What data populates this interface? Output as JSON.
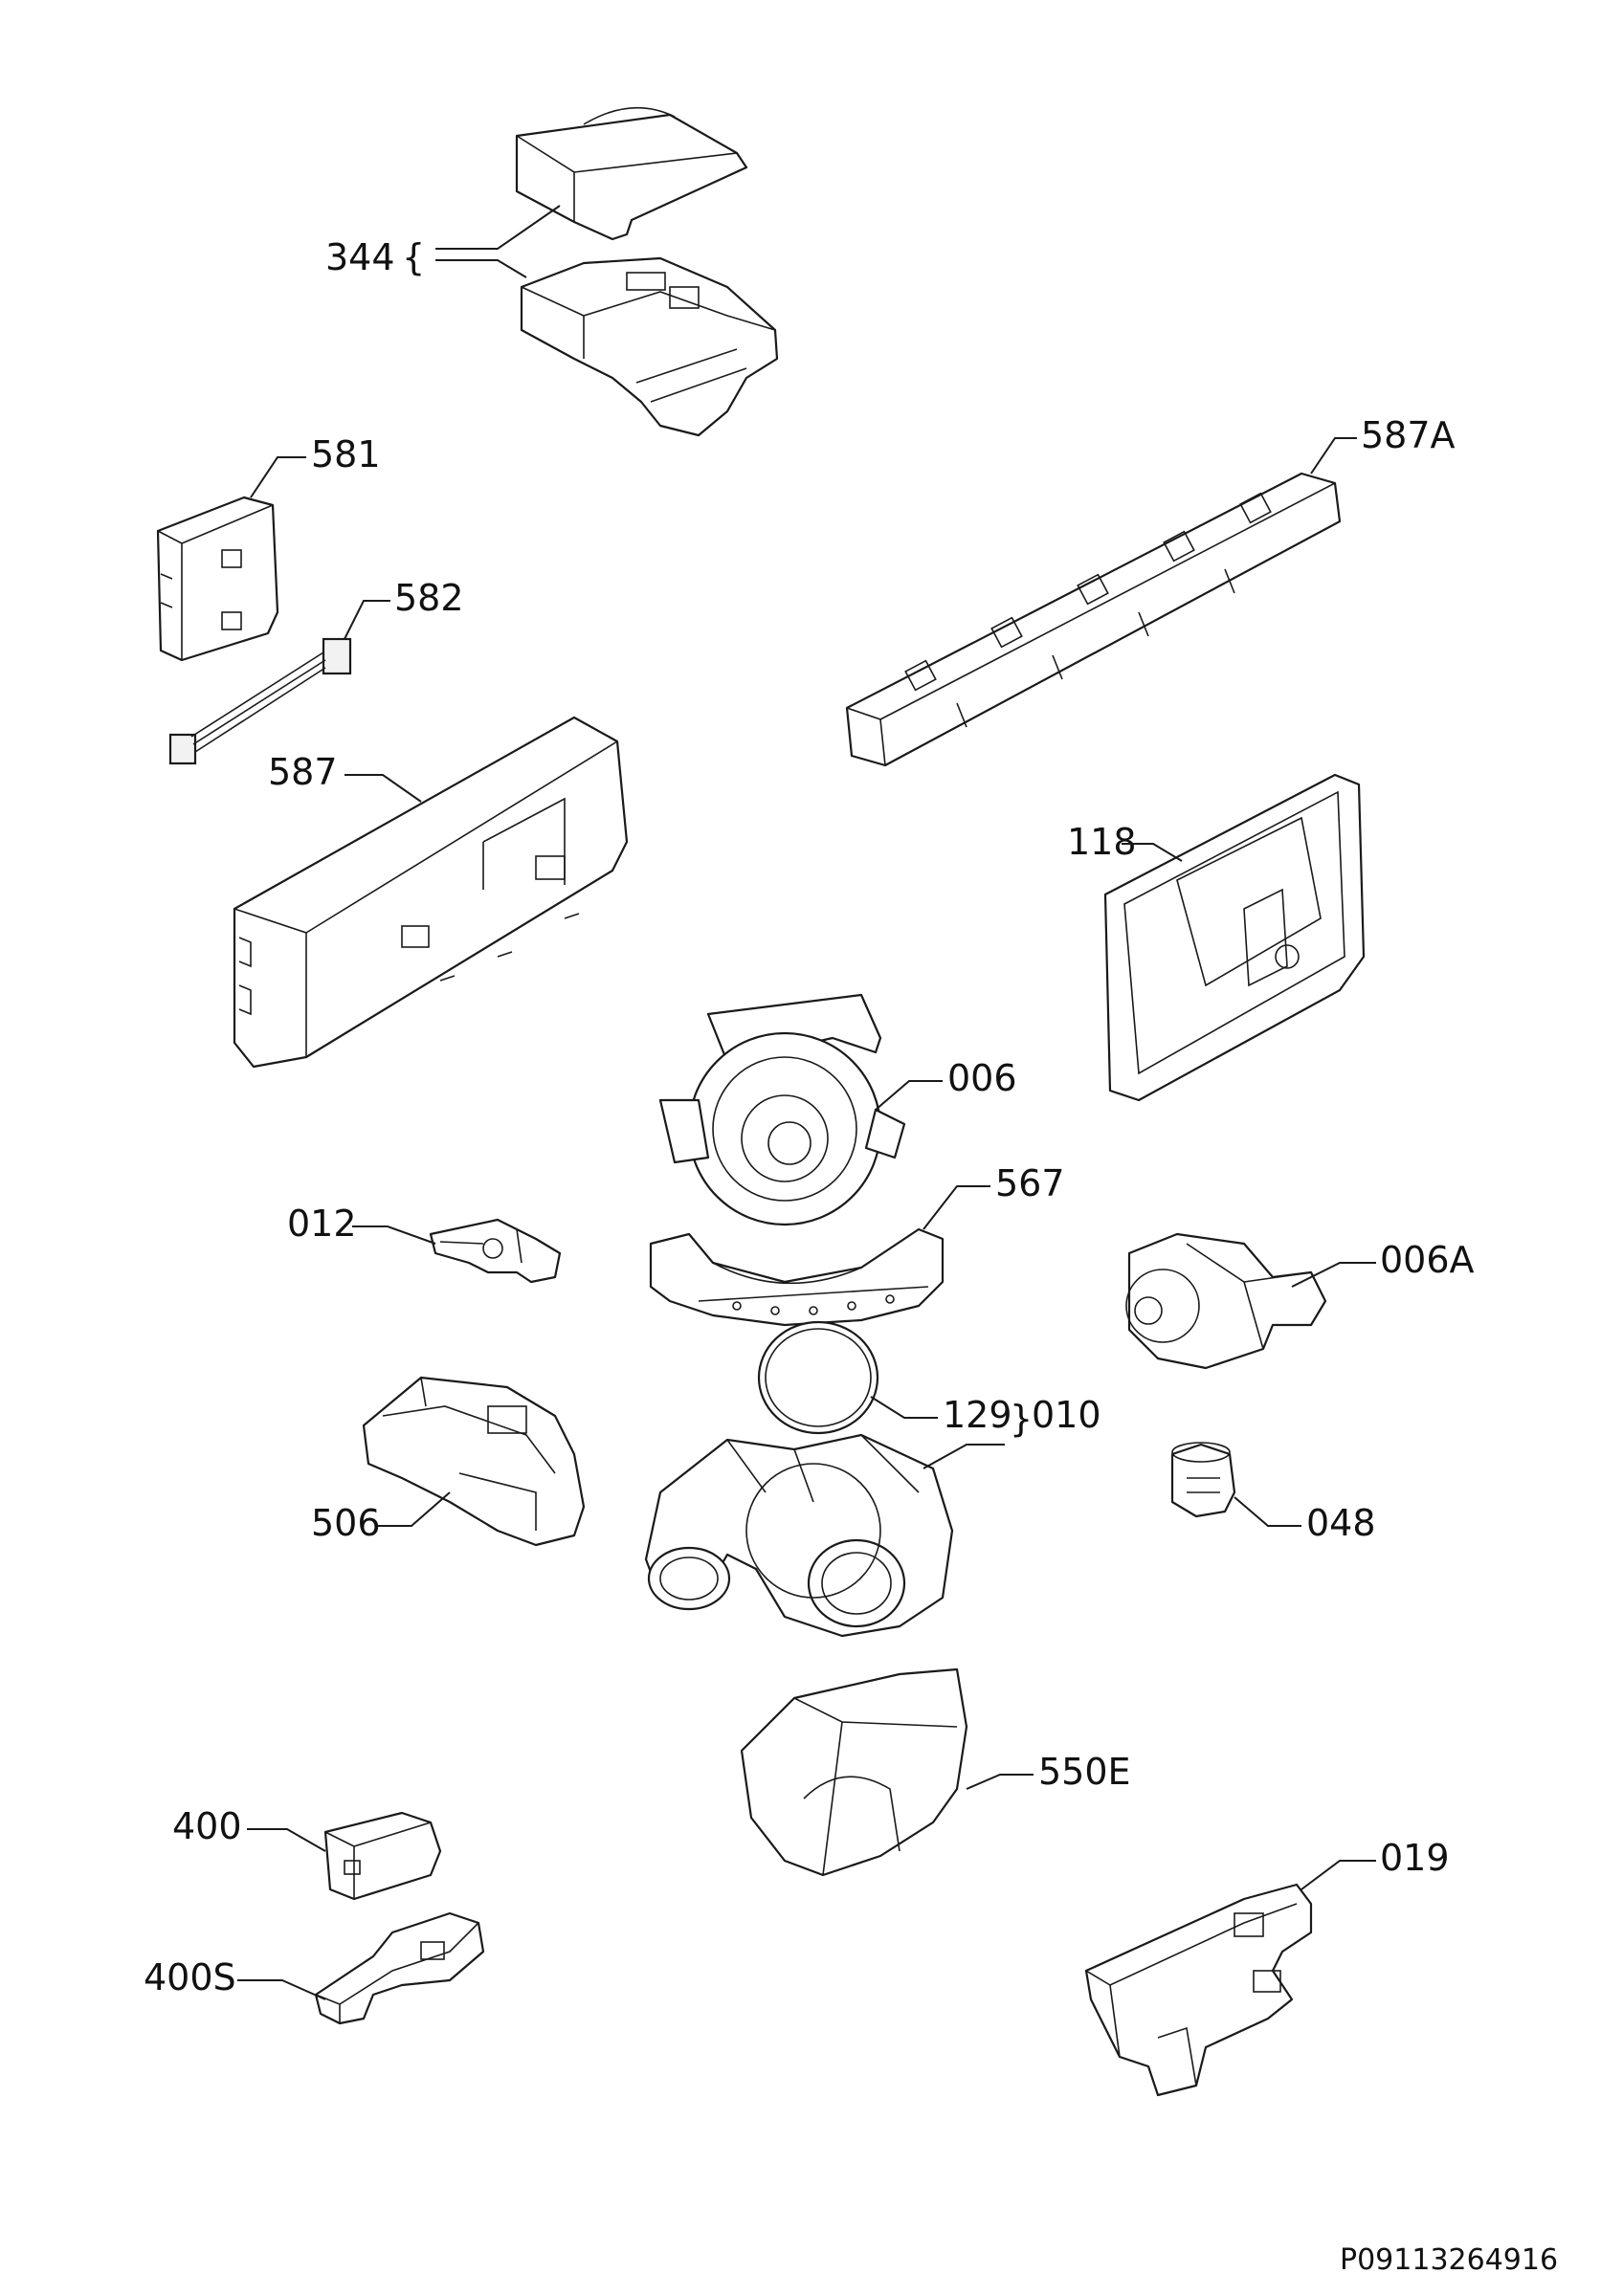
{
  "labels": {
    "p344": "344",
    "p581": "581",
    "p582": "582",
    "p587A": "587A",
    "p587": "587",
    "p118": "118",
    "p006": "006",
    "p567": "567",
    "p012": "012",
    "p006A": "006A",
    "p129": "129",
    "p010": "010",
    "p048": "048",
    "p506": "506",
    "p550E": "550E",
    "p400": "400",
    "p019": "019",
    "p400S": "400S"
  },
  "brace_344": "{",
  "brace_010": "}",
  "drawing_code": "P09113264916"
}
